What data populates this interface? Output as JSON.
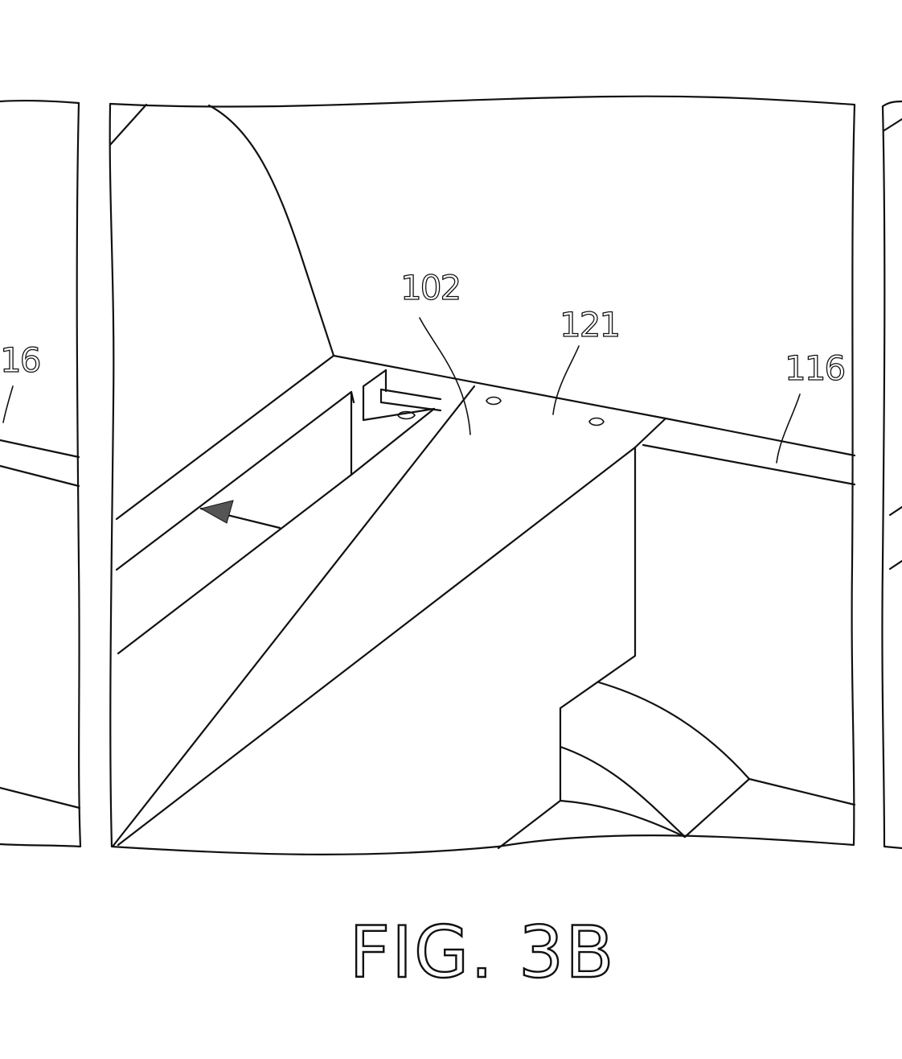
{
  "figure": {
    "caption": "FIG. 3B",
    "labels": {
      "left_edge_partial": "16",
      "ref_102": "102",
      "ref_121": "121",
      "ref_116": "116"
    }
  },
  "colors": {
    "line": "#111111",
    "background": "#ffffff"
  }
}
